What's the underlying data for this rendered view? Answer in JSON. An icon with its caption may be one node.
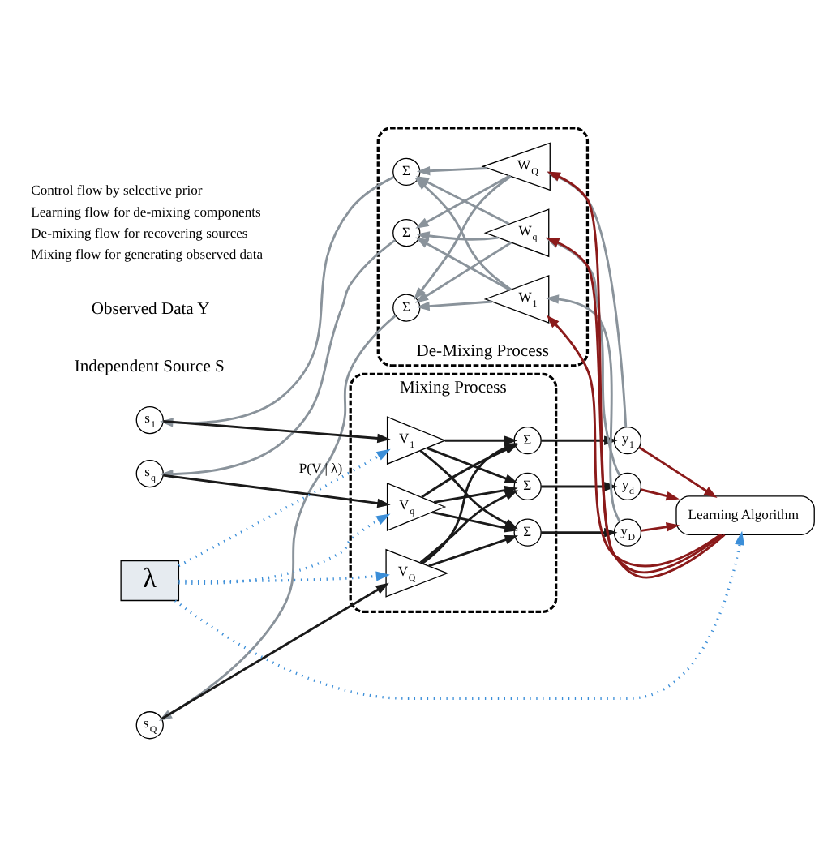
{
  "diagram": {
    "nodes": [
      {
        "text": [
          "Mixing Process"
        ]
      },
      {
        "text": [
          "V$_{1}$"
        ],
        "in": 0
      },
      {
        "text": [
          "V$_{q}$"
        ],
        "in": 0
      },
      {
        "text": [
          "V$_{Q}$"
        ],
        "in": 0
      },
      {
        "text": [
          "Σ"
        ],
        "in": 0
      },
      {
        "text": [
          "Σ"
        ],
        "in": 0
      },
      {
        "text": [
          "Σ"
        ],
        "in": 0
      },
      {
        "text": [
          "De-Mixing Process"
        ]
      },
      {
        "text": [
          "Σ"
        ],
        "in": 7
      },
      {
        "text": [
          "Σ"
        ],
        "in": 7
      },
      {
        "text": [
          "Σ"
        ],
        "in": 7
      },
      {
        "text": [
          "W$_{1}$"
        ],
        "in": 7
      },
      {
        "text": [
          "W$_{q}$"
        ],
        "in": 7
      },
      {
        "text": [
          "W$_{Q}$"
        ],
        "in": 7
      },
      {
        "text": [
          "s$_{1}$"
        ]
      },
      {
        "text": [
          "s$_{q}$"
        ]
      },
      {
        "text": [
          "s$_{Q}$"
        ]
      },
      {
        "text": [
          "y$_{1}$"
        ]
      },
      {
        "text": [
          "y$_{d}$"
        ]
      },
      {
        "text": [
          "y$_{D}$"
        ]
      },
      {
        "text": [
          "λ"
        ]
      },
      {
        "text": [
          "Learning Algorithm"
        ]
      }
    ],
    "edges": [
      {
        "from": 20,
        "to": 1,
        "arrow": "to",
        "label": "P(V | λ)",
        "style": "dashed",
        "color": "#3b8ed8"
      },
      {
        "from": 20,
        "to": 2,
        "arrow": "to",
        "style": "dashed",
        "color": "#3b8ed8"
      },
      {
        "from": 20,
        "to": 3,
        "arrow": "to",
        "style": "dashed",
        "color": "#3b8ed8"
      },
      {
        "from": 20,
        "to": 21,
        "arrow": "to",
        "style": "dashed",
        "color": "#3b8ed8"
      },
      {
        "from": 14,
        "to": 1,
        "arrow": "to",
        "color": "#1a1a1a"
      },
      {
        "from": 15,
        "to": 2,
        "arrow": "to",
        "color": "#1a1a1a"
      },
      {
        "from": 16,
        "to": 3,
        "arrow": "to",
        "color": "#1a1a1a"
      },
      {
        "from": 1,
        "to": 4,
        "arrow": "to",
        "color": "#1a1a1a"
      },
      {
        "from": 1,
        "to": 5,
        "arrow": "to",
        "color": "#1a1a1a"
      },
      {
        "from": 1,
        "to": 6,
        "arrow": "to",
        "color": "#1a1a1a"
      },
      {
        "from": 2,
        "to": 4,
        "arrow": "to",
        "color": "#1a1a1a"
      },
      {
        "from": 2,
        "to": 5,
        "arrow": "to",
        "color": "#1a1a1a"
      },
      {
        "from": 2,
        "to": 6,
        "arrow": "to",
        "color": "#1a1a1a"
      },
      {
        "from": 3,
        "to": 4,
        "arrow": "to",
        "color": "#1a1a1a"
      },
      {
        "from": 3,
        "to": 5,
        "arrow": "to",
        "color": "#1a1a1a"
      },
      {
        "from": 3,
        "to": 6,
        "arrow": "to",
        "color": "#1a1a1a"
      },
      {
        "from": 4,
        "to": 17,
        "arrow": "to",
        "color": "#1a1a1a"
      },
      {
        "from": 5,
        "to": 18,
        "arrow": "to",
        "color": "#1a1a1a"
      },
      {
        "from": 6,
        "to": 19,
        "arrow": "to",
        "color": "#1a1a1a"
      },
      {
        "from": 17,
        "to": 21,
        "arrow": "to",
        "color": "#8b1a1a"
      },
      {
        "from": 18,
        "to": 21,
        "arrow": "to",
        "color": "#8b1a1a"
      },
      {
        "from": 19,
        "to": 21,
        "arrow": "to",
        "color": "#8b1a1a"
      },
      {
        "from": 21,
        "to": 11,
        "arrow": "to",
        "color": "#8b1a1a"
      },
      {
        "from": 21,
        "to": 12,
        "arrow": "to",
        "color": "#8b1a1a"
      },
      {
        "from": 21,
        "to": 13,
        "arrow": "to",
        "color": "#8b1a1a"
      },
      {
        "from": 19,
        "to": 11,
        "arrow": "to",
        "color": "#8a939b"
      },
      {
        "from": 18,
        "to": 12,
        "arrow": "to",
        "color": "#8a939b"
      },
      {
        "from": 17,
        "to": 13,
        "arrow": "to",
        "color": "#8a939b"
      },
      {
        "from": 11,
        "to": 8,
        "arrow": "to",
        "color": "#8a939b"
      },
      {
        "from": 11,
        "to": 9,
        "arrow": "to",
        "color": "#8a939b"
      },
      {
        "from": 11,
        "to": 10,
        "arrow": "to",
        "color": "#8a939b"
      },
      {
        "from": 12,
        "to": 8,
        "arrow": "to",
        "color": "#8a939b"
      },
      {
        "from": 12,
        "to": 9,
        "arrow": "to",
        "color": "#8a939b"
      },
      {
        "from": 12,
        "to": 10,
        "arrow": "to",
        "color": "#8a939b"
      },
      {
        "from": 13,
        "to": 8,
        "arrow": "to",
        "color": "#8a939b"
      },
      {
        "from": 13,
        "to": 9,
        "arrow": "to",
        "color": "#8a939b"
      },
      {
        "from": 13,
        "to": 10,
        "arrow": "to",
        "color": "#8a939b"
      },
      {
        "from": 8,
        "to": 14,
        "arrow": "to",
        "color": "#8a939b"
      },
      {
        "from": 9,
        "to": 15,
        "arrow": "to",
        "color": "#8a939b"
      },
      {
        "from": 10,
        "to": 16,
        "arrow": "to",
        "color": "#8a939b"
      }
    ],
    "labels": [
      "Independent Source S",
      "Observed Data Y"
    ],
    "legend": [
      {
        "text": "Control flow by selective prior"
      },
      {
        "text": "Learning flow for de-mixing components"
      },
      {
        "text": "De-mixing flow for recovering sources"
      },
      {
        "text": "Mixing flow for generating observed data"
      }
    ]
  }
}
